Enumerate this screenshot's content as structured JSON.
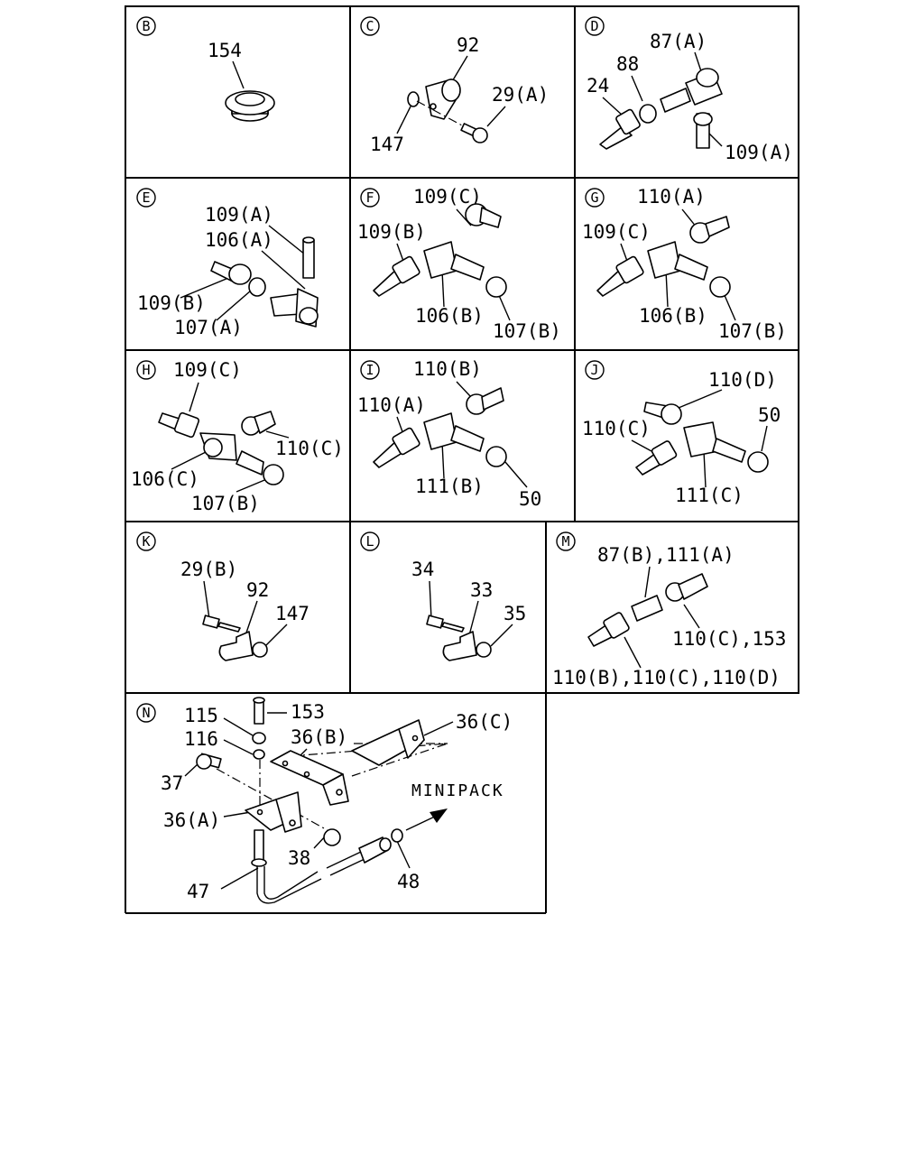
{
  "panels": [
    {
      "letter": "B",
      "labels": [
        "154"
      ]
    },
    {
      "letter": "C",
      "labels": [
        "92",
        "29(A)",
        "147"
      ]
    },
    {
      "letter": "D",
      "labels": [
        "87(A)",
        "88",
        "24",
        "109(A)"
      ]
    },
    {
      "letter": "E",
      "labels": [
        "109(A)",
        "106(A)",
        "109(B)",
        "107(A)"
      ]
    },
    {
      "letter": "F",
      "labels": [
        "109(C)",
        "109(B)",
        "106(B)",
        "107(B)"
      ]
    },
    {
      "letter": "G",
      "labels": [
        "110(A)",
        "109(C)",
        "106(B)",
        "107(B)"
      ]
    },
    {
      "letter": "H",
      "labels": [
        "109(C)",
        "110(C)",
        "106(C)",
        "107(B)"
      ]
    },
    {
      "letter": "I",
      "labels": [
        "110(B)",
        "110(A)",
        "111(B)",
        "50"
      ]
    },
    {
      "letter": "J",
      "labels": [
        "110(D)",
        "50",
        "110(C)",
        "111(C)"
      ]
    },
    {
      "letter": "K",
      "labels": [
        "29(B)",
        "92",
        "147"
      ]
    },
    {
      "letter": "L",
      "labels": [
        "34",
        "33",
        "35"
      ]
    },
    {
      "letter": "M",
      "labels": [
        "87(B),111(A)",
        "110(C),153",
        "110(B),110(C),110(D)"
      ]
    },
    {
      "letter": "N",
      "labels": [
        "115",
        "153",
        "36(B)",
        "36(C)",
        "116",
        "37",
        "36(A)",
        "38",
        "47",
        "48"
      ],
      "note": "MINIPACK"
    }
  ]
}
